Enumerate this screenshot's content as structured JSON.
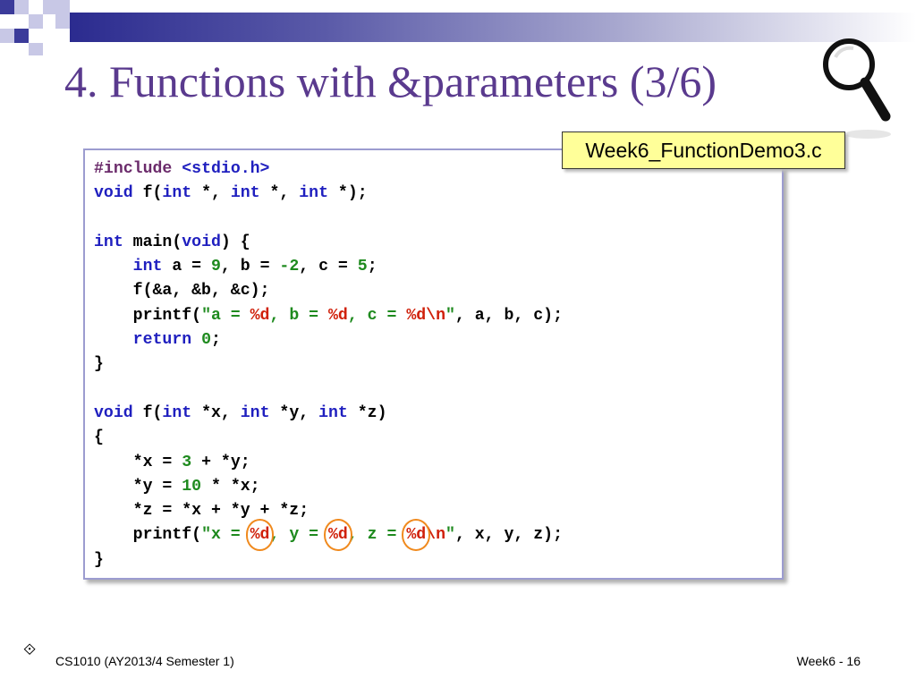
{
  "slide": {
    "title": "4. Functions with &parameters (3/6)",
    "file_label": "Week6_FunctionDemo3.c",
    "footer_left": "CS1010 (AY2013/4 Semester 1)",
    "footer_right": "Week6 - 16",
    "bullet_glyph": "⟐",
    "accent_color": "#5a3a8e",
    "keyword_color": "#1f1fbf",
    "number_color": "#1e8a1e",
    "format_color": "#d0200a",
    "highlight_color": "#f08a1e"
  },
  "code": {
    "lines": [
      [
        {
          "t": "#include",
          "c": "pp"
        },
        {
          "t": " <stdio.h>",
          "c": "kw"
        }
      ],
      [
        {
          "t": "void",
          "c": "kw"
        },
        {
          "t": " f("
        },
        {
          "t": "int",
          "c": "kw"
        },
        {
          "t": " *, "
        },
        {
          "t": "int",
          "c": "kw"
        },
        {
          "t": " *, "
        },
        {
          "t": "int",
          "c": "kw"
        },
        {
          "t": " *);"
        }
      ],
      [],
      [
        {
          "t": "int",
          "c": "kw"
        },
        {
          "t": " main("
        },
        {
          "t": "void",
          "c": "kw"
        },
        {
          "t": ") {"
        }
      ],
      [
        {
          "t": "    "
        },
        {
          "t": "int",
          "c": "kw"
        },
        {
          "t": " a = "
        },
        {
          "t": "9",
          "c": "num"
        },
        {
          "t": ", b = "
        },
        {
          "t": "-2",
          "c": "num"
        },
        {
          "t": ", c = "
        },
        {
          "t": "5",
          "c": "num"
        },
        {
          "t": ";"
        }
      ],
      [
        {
          "t": "    f(&a, &b, &c);"
        }
      ],
      [
        {
          "t": "    printf("
        },
        {
          "t": "\"a = ",
          "c": "str"
        },
        {
          "t": "%d",
          "c": "fmt"
        },
        {
          "t": ", b = ",
          "c": "str"
        },
        {
          "t": "%d",
          "c": "fmt"
        },
        {
          "t": ", c = ",
          "c": "str"
        },
        {
          "t": "%d\\n",
          "c": "fmt"
        },
        {
          "t": "\"",
          "c": "str"
        },
        {
          "t": ", a, b, c);"
        }
      ],
      [
        {
          "t": "    "
        },
        {
          "t": "return",
          "c": "kw"
        },
        {
          "t": " "
        },
        {
          "t": "0",
          "c": "num"
        },
        {
          "t": ";"
        }
      ],
      [
        {
          "t": "}"
        }
      ],
      [],
      [
        {
          "t": "void",
          "c": "kw"
        },
        {
          "t": " f("
        },
        {
          "t": "int",
          "c": "kw"
        },
        {
          "t": " *x, "
        },
        {
          "t": "int",
          "c": "kw"
        },
        {
          "t": " *y, "
        },
        {
          "t": "int",
          "c": "kw"
        },
        {
          "t": " *z)"
        }
      ],
      [
        {
          "t": "{"
        }
      ],
      [
        {
          "t": "    *x = "
        },
        {
          "t": "3",
          "c": "num"
        },
        {
          "t": " + *y;"
        }
      ],
      [
        {
          "t": "    *y = "
        },
        {
          "t": "10",
          "c": "num"
        },
        {
          "t": " * *x;"
        }
      ],
      [
        {
          "t": "    *z = *x + *y + *z;"
        }
      ],
      [
        {
          "t": "    printf("
        },
        {
          "t": "\"x = ",
          "c": "str"
        },
        {
          "t": "%d",
          "c": "fmt",
          "hl": true
        },
        {
          "t": ", y = ",
          "c": "str"
        },
        {
          "t": "%d",
          "c": "fmt",
          "hl": true
        },
        {
          "t": ", z = ",
          "c": "str"
        },
        {
          "t": "%d",
          "c": "fmt",
          "hl": true
        },
        {
          "t": "\\n",
          "c": "fmt"
        },
        {
          "t": "\"",
          "c": "str"
        },
        {
          "t": ", x, y, z);"
        }
      ],
      [
        {
          "t": "}"
        }
      ]
    ]
  }
}
